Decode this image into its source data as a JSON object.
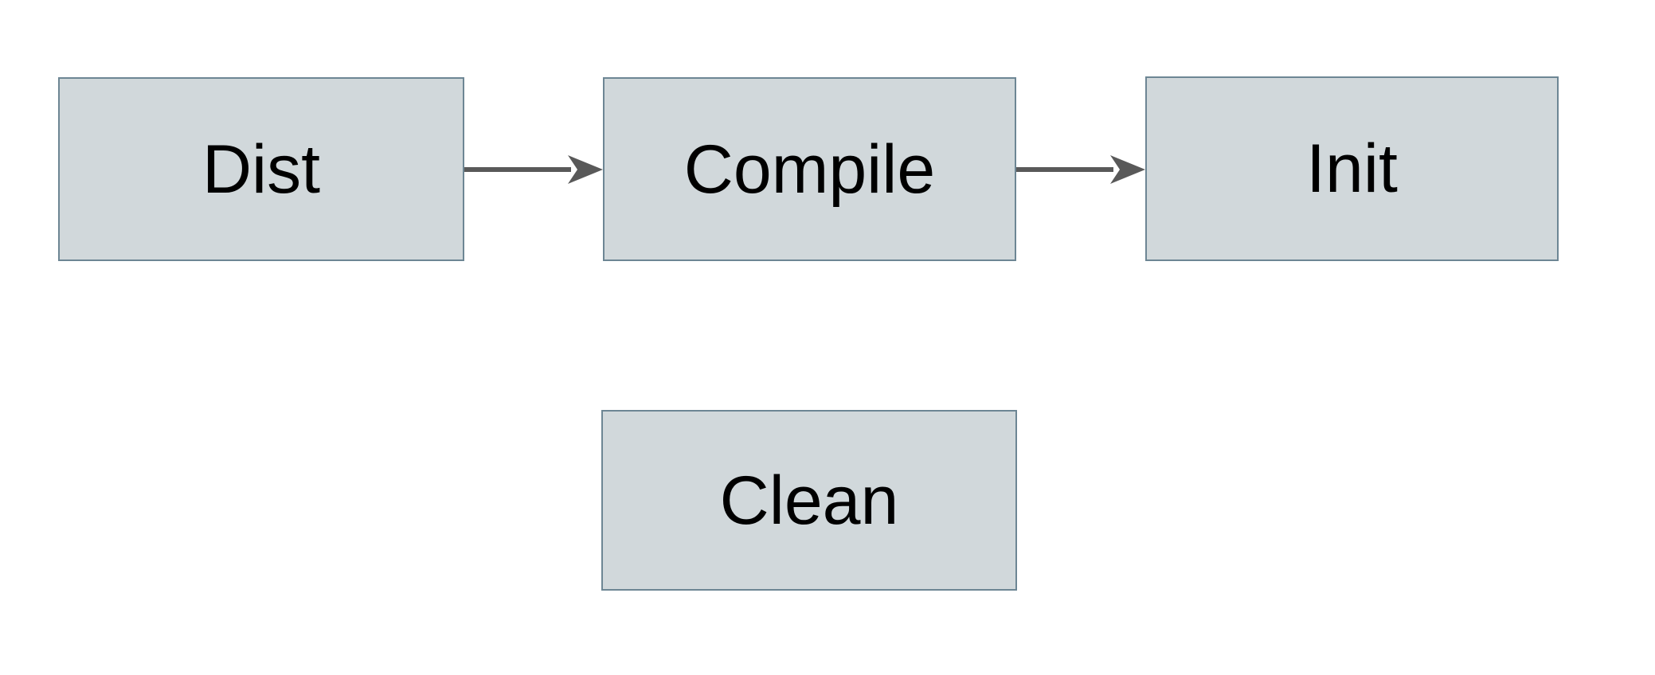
{
  "diagram": {
    "type": "flowchart",
    "background": "#ffffff",
    "nodes": [
      {
        "id": "dist",
        "label": "Dist"
      },
      {
        "id": "compile",
        "label": "Compile"
      },
      {
        "id": "init",
        "label": "Init"
      },
      {
        "id": "clean",
        "label": "Clean"
      }
    ],
    "edges": [
      {
        "from": "dist",
        "to": "compile",
        "style": "arrow-right"
      },
      {
        "from": "compile",
        "to": "init",
        "style": "arrow-right"
      }
    ],
    "colors": {
      "node_fill": "#d1d8db",
      "node_border": "#6d8694",
      "arrow": "#595959",
      "label_text": "#000000"
    }
  }
}
